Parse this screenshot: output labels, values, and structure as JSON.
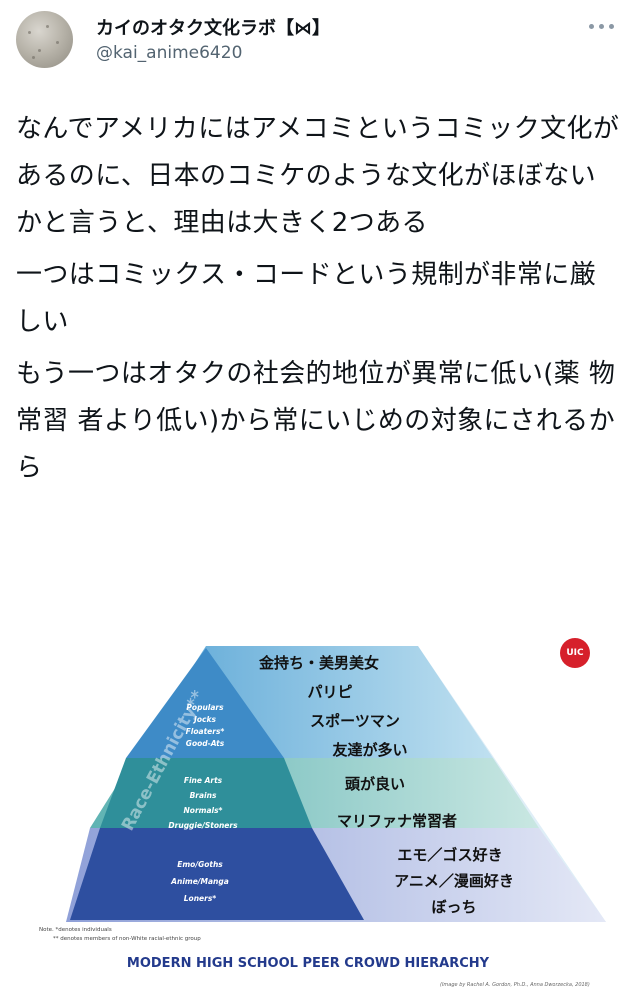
{
  "header": {
    "display_name": "カイのオタク文化ラボ【⋈】",
    "handle": "@kai_anime6420"
  },
  "tweet": {
    "paragraphs": [
      "なんでアメリカにはアメコミというコミック文化があるのに、日本のコミケのような文化がほぼないかと言うと、理由は大きく2つある",
      "一つはコミックス・コードという規制が非常に厳しい",
      "もう一つはオタクの社会的地位が異常に低い(薬 物 常習 者より低い)から常にいじめの対象にされるから"
    ]
  },
  "image": {
    "logo_text": "UIC",
    "side_label": "Race-Ethnicity**",
    "tiers_en": [
      [
        "Populars",
        "Jocks",
        "Floaters*",
        "Good-Ats"
      ],
      [
        "Fine Arts",
        "Brains",
        "Normals*",
        "Druggie/Stoners"
      ],
      [
        "Emo/Goths",
        "Anime/Manga",
        "Loners*"
      ]
    ],
    "tiers_jp": [
      [
        "金持ち・美男美女",
        "パリピ",
        "スポーツマン",
        "友達が多い"
      ],
      [
        "頭が良い",
        "マリファナ常習者"
      ],
      [
        "エモ／ゴス好き",
        "アニメ／漫画好き",
        "ぼっち"
      ]
    ],
    "notes": [
      "Note. *denotes individuals",
      "** denotes members of non-White racial-ethnic group"
    ],
    "title": "MODERN HIGH SCHOOL PEER CROWD HIERARCHY",
    "credit": "(Image by Rachel A. Gordon, Ph.D., Anna Dworzecka, 2018)"
  }
}
